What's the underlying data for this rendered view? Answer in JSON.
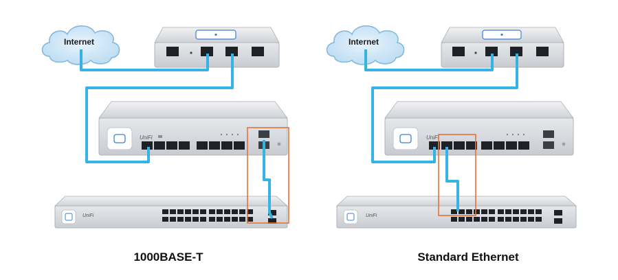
{
  "panels": [
    {
      "caption": "1000BASE-T",
      "cloud_label": "Internet",
      "brand": "UniFi"
    },
    {
      "caption": "Standard Ethernet",
      "cloud_label": "Internet",
      "brand": "UniFi"
    }
  ],
  "colors": {
    "cable": "#36b3e6",
    "highlight": "#e0733a",
    "cloud_fill": "#cde7f8",
    "cloud_stroke": "#7fb6dc",
    "device_body": "#e7e9ec",
    "device_front": "#d9dce0",
    "port": "#1e2226",
    "logo_blue": "#3b7fd1"
  }
}
